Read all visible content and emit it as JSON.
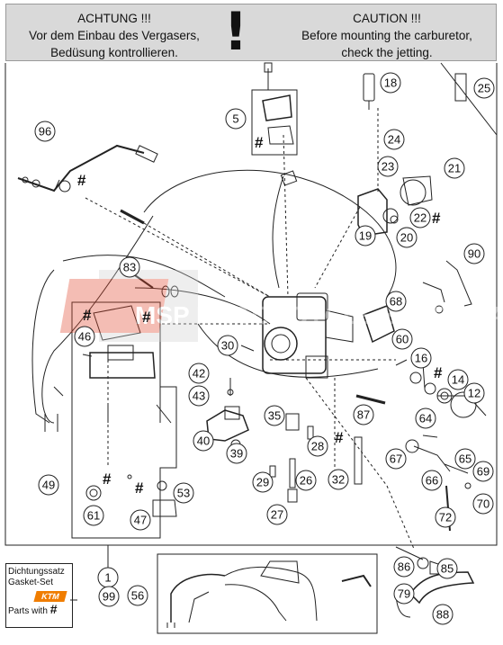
{
  "warning": {
    "german_title": "ACHTUNG !!!",
    "german_line1": "Vor dem Einbau des Vergasers,",
    "german_line2": "Bedüsung kontrollieren.",
    "exclamation": "!",
    "english_title": "CAUTION !!!",
    "english_line1": "Before mounting the carburetor,",
    "english_line2": "check the jetting."
  },
  "legend": {
    "line1": "Dichtungssatz",
    "line2": "Gasket-Set",
    "logo": "KTM",
    "parts_with": "Parts with",
    "hash": "#",
    "number": "99"
  },
  "callouts": [
    "1",
    "5",
    "12",
    "14",
    "16",
    "18",
    "19",
    "20",
    "21",
    "22",
    "23",
    "24",
    "25",
    "26",
    "27",
    "28",
    "29",
    "30",
    "32",
    "35",
    "39",
    "40",
    "42",
    "43",
    "46",
    "47",
    "49",
    "53",
    "56",
    "60",
    "61",
    "64",
    "65",
    "66",
    "67",
    "68",
    "69",
    "70",
    "72",
    "79",
    "83",
    "85",
    "86",
    "87",
    "88",
    "90",
    "96"
  ],
  "watermark": "MSP MOTORCYCLE SPARE PARTS",
  "colors": {
    "banner": "#d9d9d9",
    "line": "#222222",
    "watermark": "#e2452a"
  }
}
